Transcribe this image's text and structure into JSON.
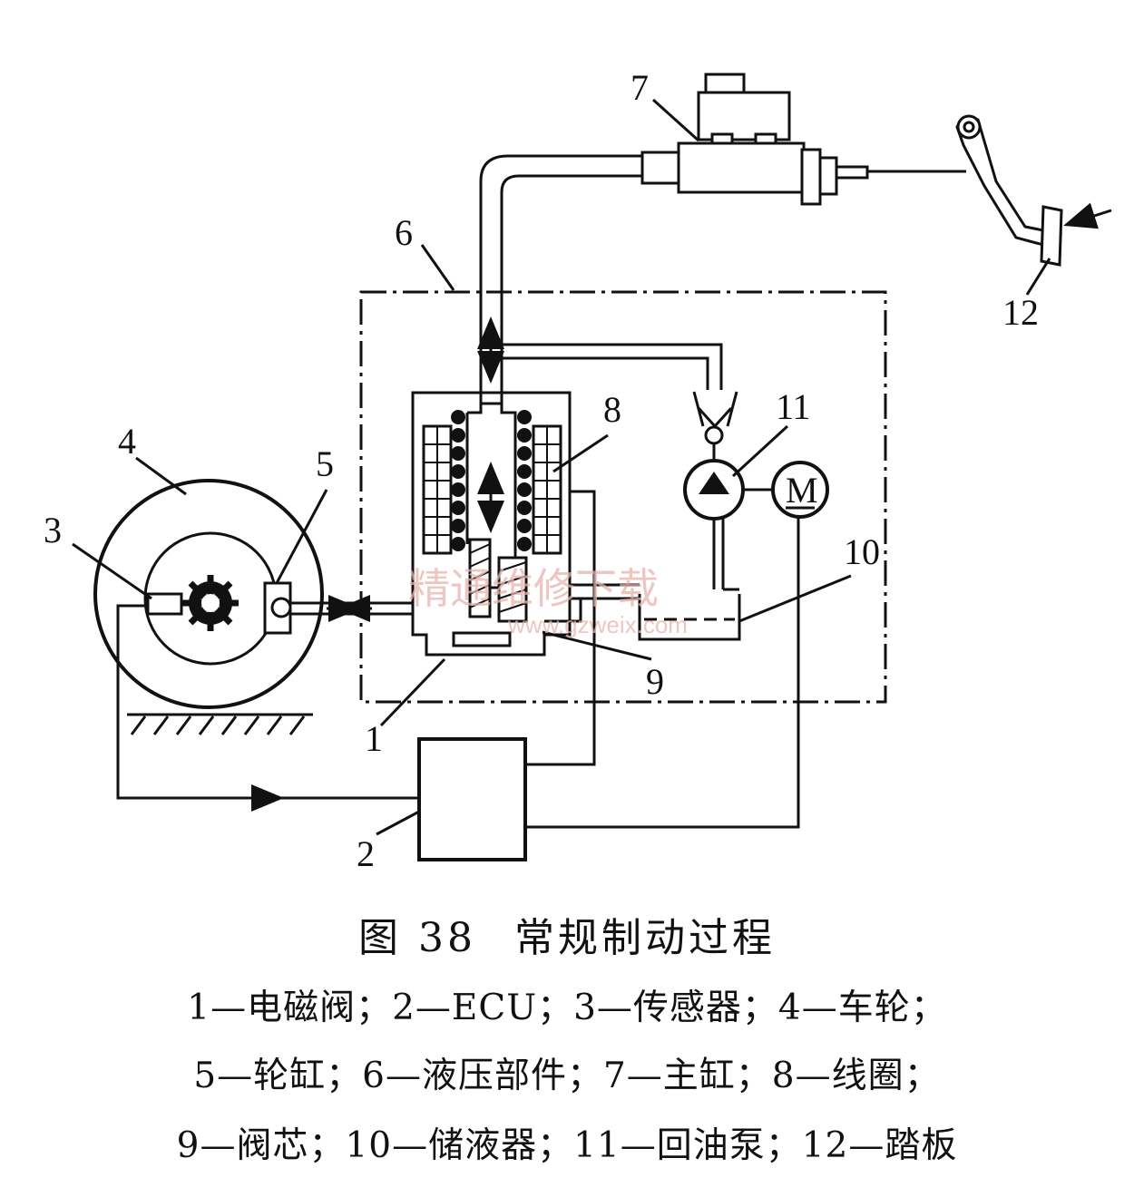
{
  "labels": {
    "n1": "1",
    "n2": "2",
    "n3": "3",
    "n4": "4",
    "n5": "5",
    "n6": "6",
    "n7": "7",
    "n8": "8",
    "n9": "9",
    "n10": "10",
    "n11": "11",
    "n12": "12",
    "motor": "M"
  },
  "watermark": {
    "cn": "精通维修下载",
    "url": "www.gzweix.com"
  },
  "caption": {
    "figure_no": "图 38",
    "title": "常规制动过程"
  },
  "legend": {
    "line1": "1—电磁阀；2—ECU；3—传感器；4—车轮；",
    "line2": "5—轮缸；6—液压部件；7—主缸；8—线圈；",
    "line3": "9—阀芯；10—储液器；11—回油泵；12—踏板"
  }
}
